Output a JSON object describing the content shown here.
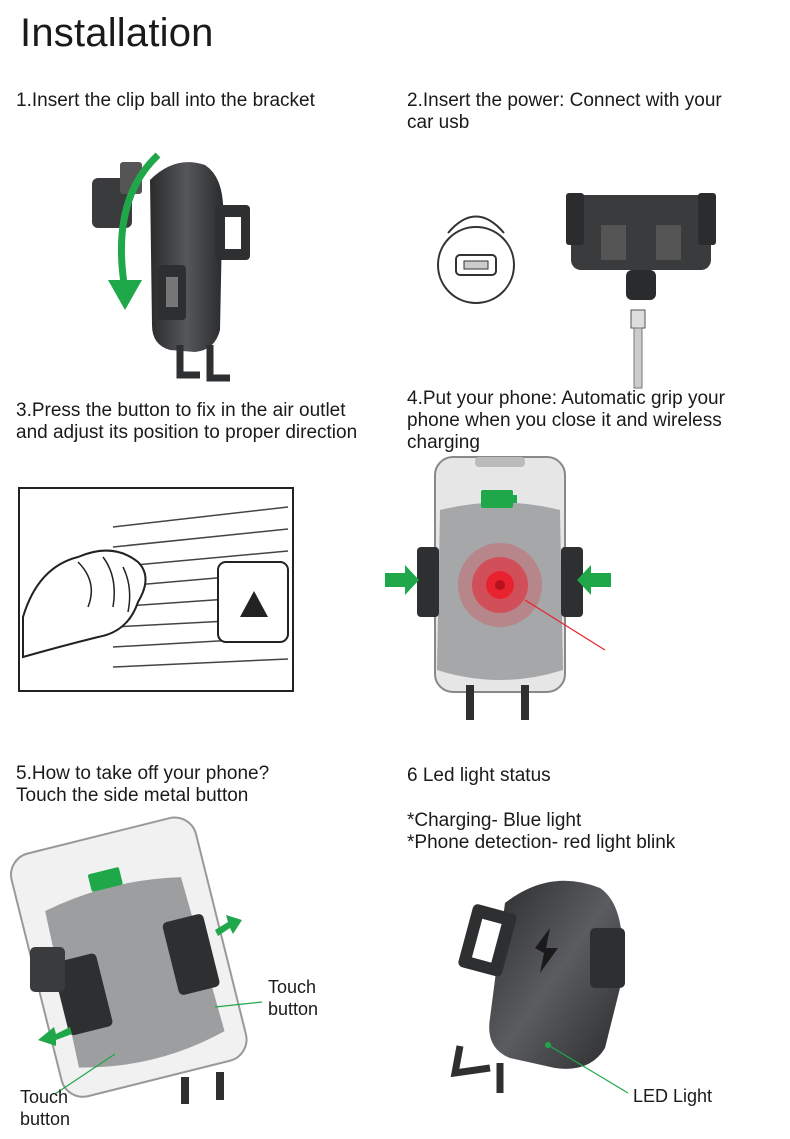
{
  "title": "Installation",
  "steps": [
    {
      "line1": "1.Insert the clip ball into the bracket",
      "line2": ""
    },
    {
      "line1": "2.Insert the power: Connect with your",
      "line2": "car usb"
    },
    {
      "line1": "3.Press the button to fix in the air outlet",
      "line2": "and adjust its position to proper direction"
    },
    {
      "line1": "4.Put your phone: Automatic grip your",
      "line2": "phone when you close it and wireless",
      "line3": "charging"
    },
    {
      "line1": "5.How to take off your phone?",
      "line2": "Touch the side metal button"
    },
    {
      "line1": "6 Led light status",
      "line2": "*Charging- Blue light",
      "line3": "*Phone detection- red light blink"
    }
  ],
  "callouts": {
    "touch_right_1": "Touch",
    "touch_right_2": "button",
    "touch_left_1": "Touch",
    "touch_left_2": "button",
    "led_light": "LED Light"
  },
  "colors": {
    "arrow_green": "#1fa84a",
    "charge_red": "#e8232f",
    "holder_dark": "#3a3b3d"
  }
}
